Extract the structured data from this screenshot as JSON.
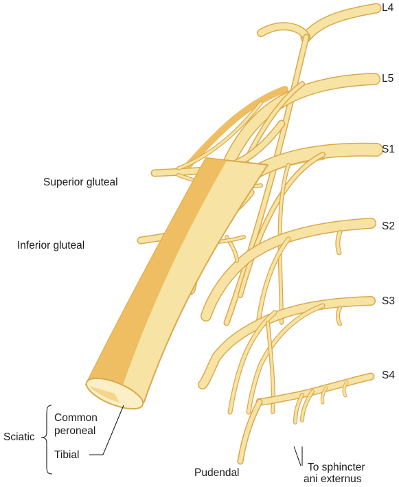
{
  "roots": {
    "l4": "L4",
    "l5": "L5",
    "s1": "S1",
    "s2": "S2",
    "s3": "S3",
    "s4": "S4"
  },
  "branches": {
    "superior_gluteal": "Superior gluteal",
    "inferior_gluteal": "Inferior gluteal",
    "pudendal": "Pudendal",
    "sphincter_line1": "To sphincter",
    "sphincter_line2": "ani externus"
  },
  "sciatic": {
    "label": "Sciatic",
    "common_peroneal_line1": "Common",
    "common_peroneal_line2": "peroneal",
    "tibial": "Tibial"
  },
  "colors": {
    "nerve_light": "#f7e3a3",
    "nerve_dark": "#efbd62",
    "nerve_outline": "#d9a84c",
    "pointer_line": "#1a1a1a"
  }
}
